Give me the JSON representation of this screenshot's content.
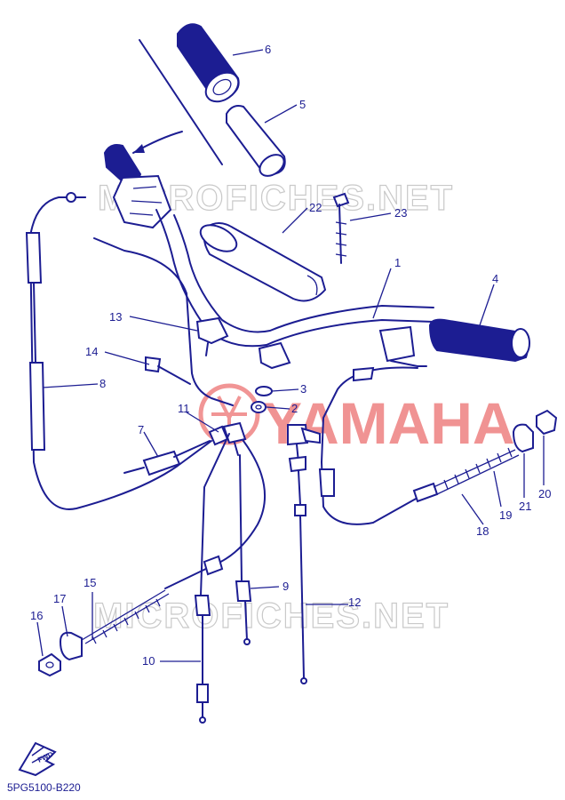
{
  "watermark": {
    "text": "MICROFICHES.NET",
    "color": "#b7b7b7"
  },
  "brand": {
    "text": "YAMAHA",
    "color": "#ef8a8a"
  },
  "ink_color": "#1c1d92",
  "diagram_code": "5PG5100-B220",
  "forward_arrow_label": "FWD",
  "callouts": [
    {
      "id": "1",
      "text": "1"
    },
    {
      "id": "2",
      "text": "2"
    },
    {
      "id": "3",
      "text": "3"
    },
    {
      "id": "4",
      "text": "4"
    },
    {
      "id": "5",
      "text": "5"
    },
    {
      "id": "6",
      "text": "6"
    },
    {
      "id": "7",
      "text": "7"
    },
    {
      "id": "8",
      "text": "8"
    },
    {
      "id": "9",
      "text": "9"
    },
    {
      "id": "10",
      "text": "10"
    },
    {
      "id": "11",
      "text": "11"
    },
    {
      "id": "12",
      "text": "12"
    },
    {
      "id": "13",
      "text": "13"
    },
    {
      "id": "14",
      "text": "14"
    },
    {
      "id": "15",
      "text": "15"
    },
    {
      "id": "16",
      "text": "16"
    },
    {
      "id": "17",
      "text": "17"
    },
    {
      "id": "18",
      "text": "18"
    },
    {
      "id": "19",
      "text": "19"
    },
    {
      "id": "20",
      "text": "20"
    },
    {
      "id": "21",
      "text": "21"
    },
    {
      "id": "22",
      "text": "22"
    },
    {
      "id": "23",
      "text": "23"
    }
  ]
}
